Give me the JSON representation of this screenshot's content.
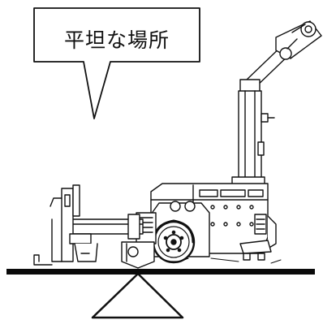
{
  "callout": {
    "label": "平坦な場所"
  },
  "colors": {
    "line": "#111111",
    "background": "#ffffff",
    "floor": "#0a0a0a"
  },
  "illustration": {
    "subject": "robot-tug-vehicle",
    "surface": "level-floor-on-fulcrum"
  }
}
